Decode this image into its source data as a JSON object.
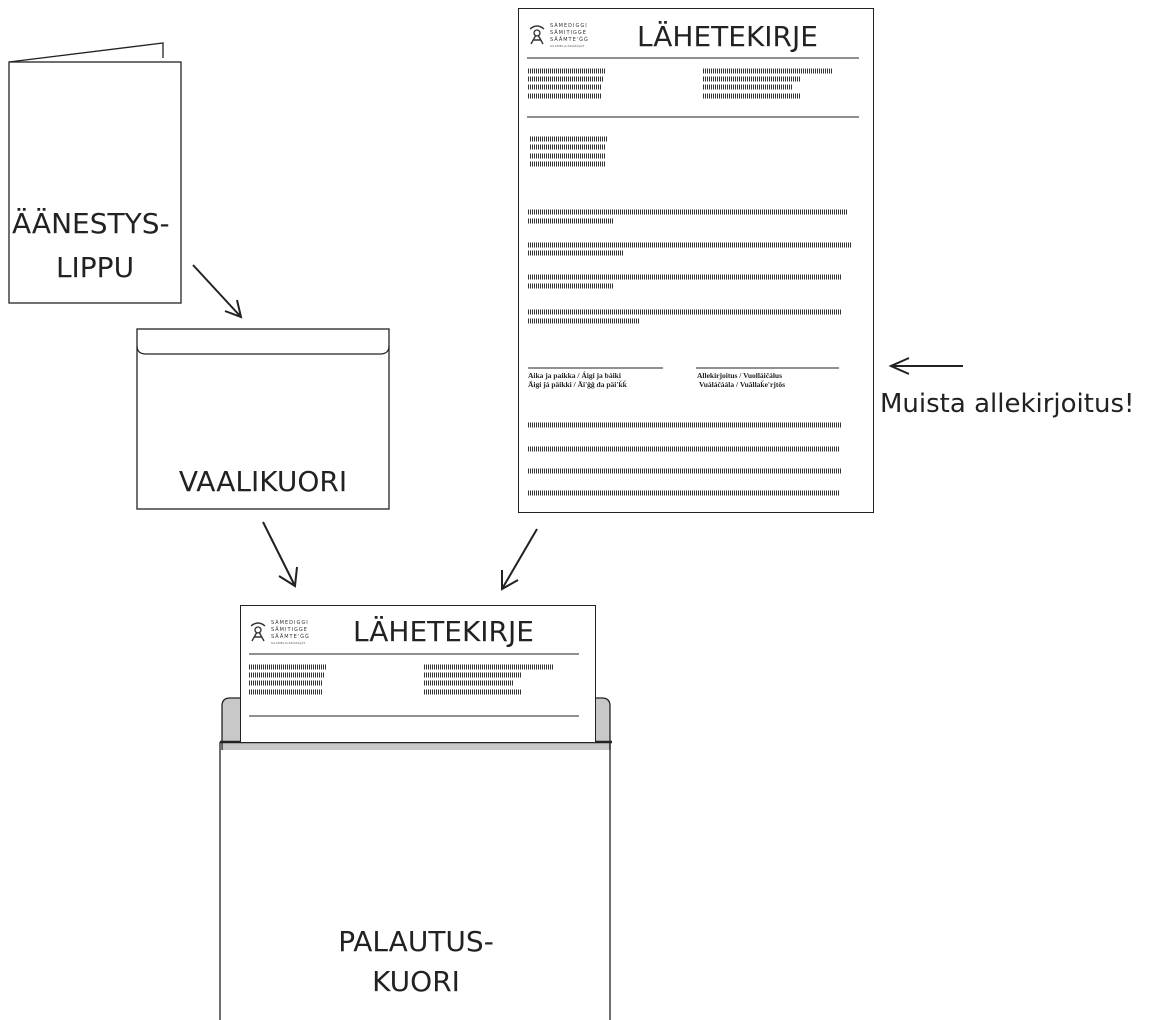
{
  "ballot": {
    "line1": "ÄÄNESTYS-",
    "line2": "LIPPU"
  },
  "vote_envelope": {
    "label": "VAALIKUORI"
  },
  "cover_letter": {
    "title": "LÄHETEKIRJE",
    "logo": {
      "line1": "SÁMEDIGGI",
      "line2": "SÄMITIGGE",
      "line3": "SÄÄMTE'ĞĞ",
      "line4": "SAAMELAISKÄRÄJÄT"
    },
    "signature": {
      "place_label_1": "Aika ja paikka / Áigi ja báiki",
      "place_label_2": "Äigi já päikki /  Äi'ğğ da päi'ǩǩ",
      "sign_label_1": "Allekirjoitus  / Vuolláičálus",
      "sign_label_2": "Vuáláčáála / Vuâllaǩe'rjtõs"
    }
  },
  "reminder": {
    "text": "Muista allekirjoitus!"
  },
  "return_envelope": {
    "line1": "PALAUTUS-",
    "line2": "KUORI"
  }
}
